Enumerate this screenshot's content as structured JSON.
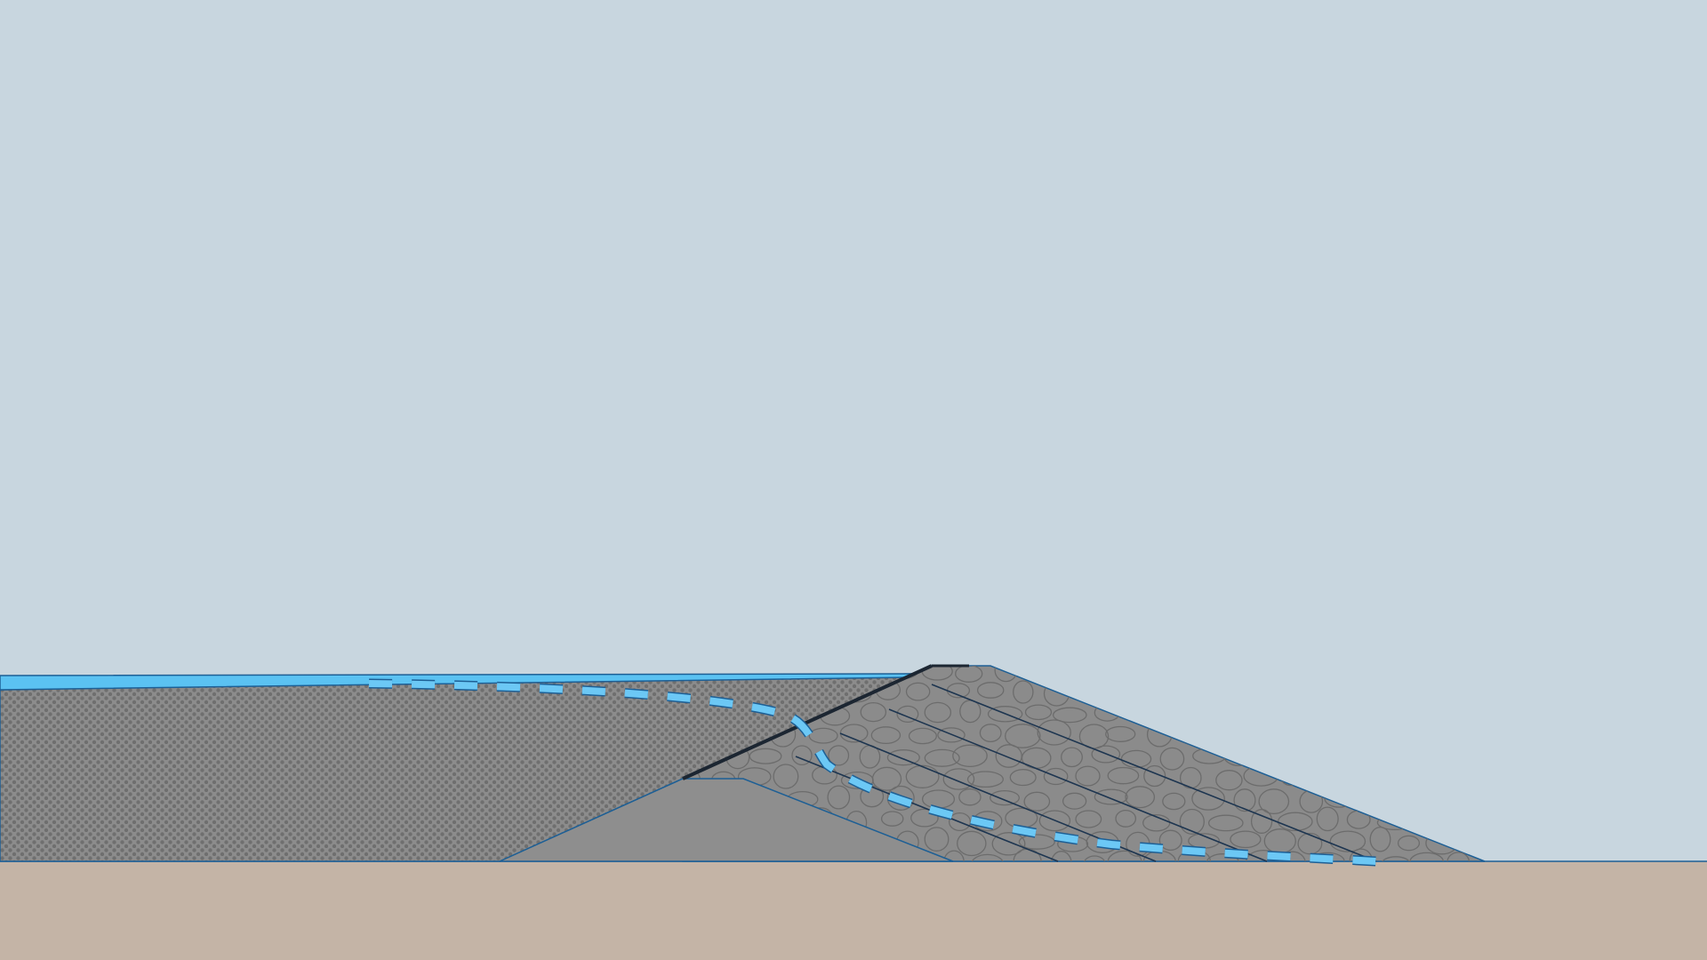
{
  "diagram": {
    "type": "tailings-dam-cross-section",
    "colors": {
      "sky": "#c8d6df",
      "foundation": "#c4b4a6",
      "tailings": "#8c8c8c",
      "tailings_dots": "#6f6f6f",
      "starter_dam": "#8e8e8e",
      "raise_fill": "#8b8b8b",
      "rock_outline": "#6c6c6c",
      "pond_water": "#5bc2f2",
      "outline_blue": "#1d5f95",
      "liner": "#1c2632",
      "phreatic_line": "#6cc8f5"
    },
    "elements": [
      {
        "name": "tailings-pond-water",
        "icon": "water-layer"
      },
      {
        "name": "tailings-deposit",
        "icon": "dotted-fill"
      },
      {
        "name": "starter-dam",
        "icon": "trapezoid"
      },
      {
        "name": "embankment-raises",
        "icon": "cobble-fill",
        "raise_count": 4
      },
      {
        "name": "upstream-liner",
        "icon": "dark-line"
      },
      {
        "name": "phreatic-surface",
        "icon": "dashed-line"
      },
      {
        "name": "foundation-ground",
        "icon": "ground-layer"
      }
    ]
  }
}
